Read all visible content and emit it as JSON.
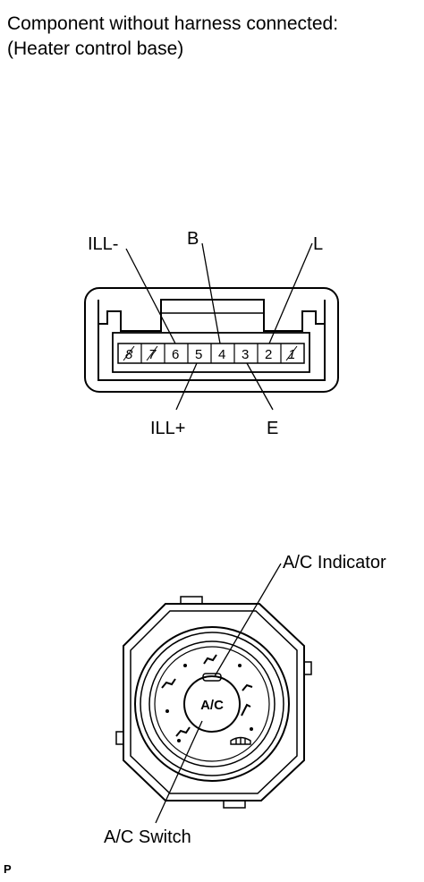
{
  "caption": {
    "line1": "Component without harness connected:",
    "line2": "(Heater control base)"
  },
  "connector": {
    "pins": [
      "8",
      "7",
      "6",
      "5",
      "4",
      "3",
      "2",
      "1"
    ],
    "labels": {
      "ill_minus": "ILL-",
      "b": "B",
      "l": "L",
      "ill_plus": "ILL+",
      "e": "E"
    }
  },
  "switch_diagram": {
    "center_label": "A/C",
    "indicator_label": "A/C Indicator",
    "switch_label": "A/C Switch"
  },
  "footer_mark": "P"
}
